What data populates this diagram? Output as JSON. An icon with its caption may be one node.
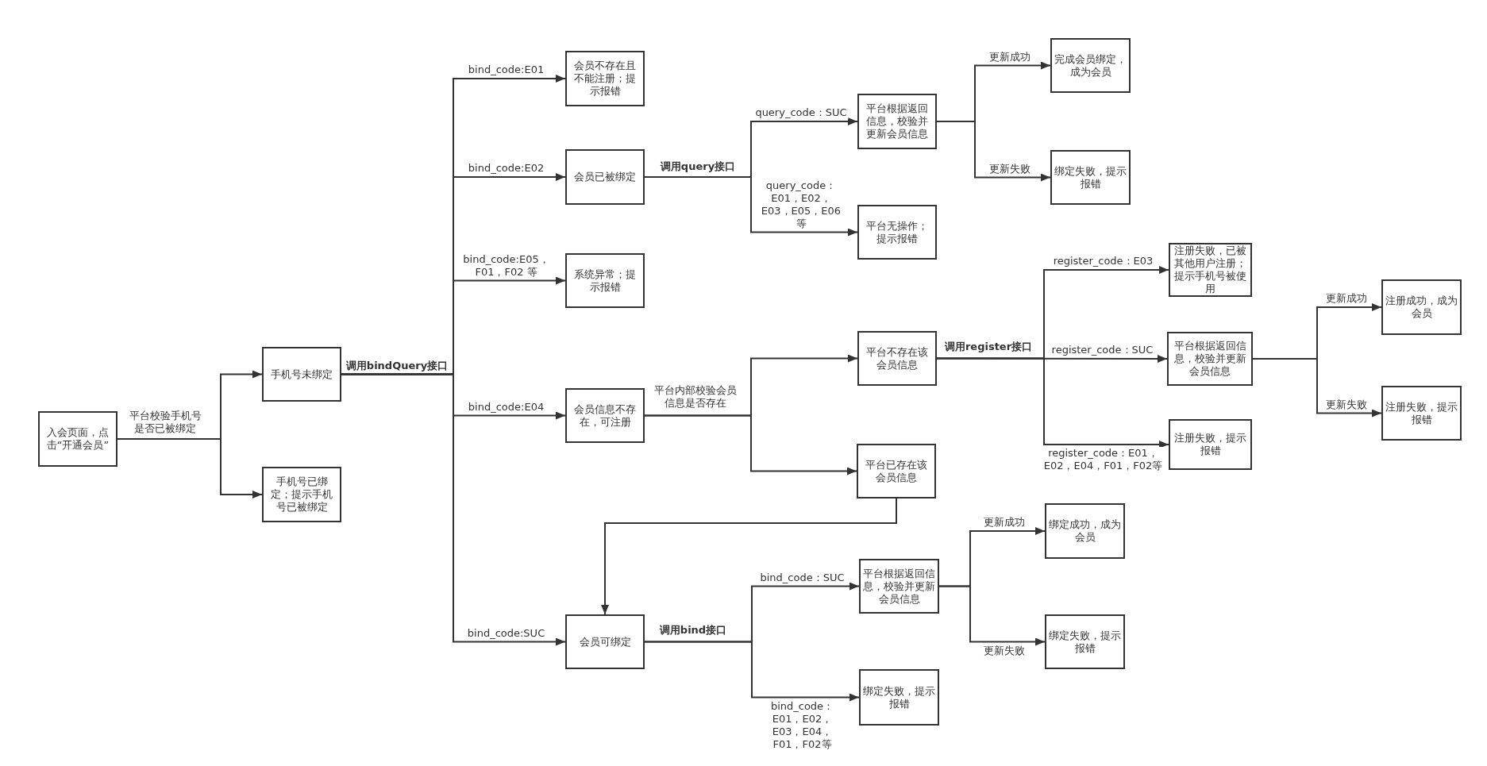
{
  "diagram": {
    "nodes": [
      {
        "text": [
          "入会页面，点击“开通会员”"
        ]
      },
      {
        "text": [
          "手机号未绑定"
        ]
      },
      {
        "text": [
          "手机号已绑定；提示手机号已被绑定"
        ]
      },
      {
        "text": [
          "会员不存在且不能注册；提示报错"
        ]
      },
      {
        "text": [
          "会员已被绑定"
        ]
      },
      {
        "text": [
          "系统异常；提示报错"
        ]
      },
      {
        "text": [
          "会员信息不存在，可注册"
        ]
      },
      {
        "text": [
          "会员可绑定"
        ]
      },
      {
        "text": [
          "平台根据返回信息，校验并更新会员信息"
        ]
      },
      {
        "text": [
          "平台无操作；提示报错"
        ]
      },
      {
        "text": [
          "完成会员绑定，成为会员"
        ]
      },
      {
        "text": [
          "绑定失败，提示报错"
        ]
      },
      {
        "text": [
          "平台不存在该会员信息"
        ]
      },
      {
        "text": [
          "平台已存在该会员信息"
        ]
      },
      {
        "text": [
          "注册失败，已被其他用户注册；提示手机号被使用"
        ]
      },
      {
        "text": [
          "平台根据返回信息，校验并更新会员信息"
        ]
      },
      {
        "text": [
          "注册失败，提示报错"
        ]
      },
      {
        "text": [
          "注册成功，成为会员"
        ]
      },
      {
        "text": [
          "注册失败，提示报错"
        ]
      },
      {
        "text": [
          "平台根据返回信息，校验并更新会员信息"
        ]
      },
      {
        "text": [
          "绑定失败，提示报错"
        ]
      },
      {
        "text": [
          "绑定成功，成为会员"
        ]
      },
      {
        "text": [
          "绑定失败，提示报错"
        ]
      }
    ],
    "edges": [
      {
        "from": 0,
        "to": 1,
        "arrow": "to"
      },
      {
        "from": 0,
        "to": 2,
        "arrow": "to"
      },
      {
        "from": 1,
        "to": 3,
        "arrow": "to",
        "label": "bind_code:E01"
      },
      {
        "from": 1,
        "to": 4,
        "arrow": "to",
        "label": "bind_code:E02"
      },
      {
        "from": 1,
        "to": 5,
        "arrow": "to",
        "label": "bind_code:E05，F01，F02 等"
      },
      {
        "from": 1,
        "to": 6,
        "arrow": "to",
        "label": "bind_code:E04"
      },
      {
        "from": 1,
        "to": 7,
        "arrow": "to",
        "label": "bind_code:SUC"
      },
      {
        "from": 4,
        "to": 8,
        "arrow": "to",
        "label": "query_code：SUC"
      },
      {
        "from": 4,
        "to": 9,
        "arrow": "to",
        "label": "query_code：E01，E02，E03，E05，E06等"
      },
      {
        "from": 8,
        "to": 10,
        "arrow": "to",
        "label": "更新成功"
      },
      {
        "from": 8,
        "to": 11,
        "arrow": "to",
        "label": "更新失败"
      },
      {
        "from": 6,
        "to": 12,
        "arrow": "to"
      },
      {
        "from": 6,
        "to": 13,
        "arrow": "to"
      },
      {
        "from": 13,
        "to": 7,
        "arrow": "to"
      },
      {
        "from": 12,
        "to": 14,
        "arrow": "to",
        "label": "register_code：E03"
      },
      {
        "from": 12,
        "to": 15,
        "arrow": "to",
        "label": "register_code：SUC"
      },
      {
        "from": 12,
        "to": 16,
        "arrow": "to",
        "label": "register_code：E01，E02，E04，F01，F02等"
      },
      {
        "from": 15,
        "to": 17,
        "arrow": "to",
        "label": "更新成功"
      },
      {
        "from": 15,
        "to": 18,
        "arrow": "to",
        "label": "更新失败"
      },
      {
        "from": 7,
        "to": 19,
        "arrow": "to",
        "label": "bind_code：SUC"
      },
      {
        "from": 7,
        "to": 20,
        "arrow": "to",
        "label": "bind_code：E01，E02，E03，E04，F01，F02等"
      },
      {
        "from": 19,
        "to": 21,
        "arrow": "to",
        "label": "更新成功"
      },
      {
        "from": 19,
        "to": 22,
        "arrow": "to",
        "label": "更新失败"
      }
    ],
    "labels": [
      "平台校验手机号是否已被绑定",
      "调用bindQuery接口",
      "调用query接口",
      "平台内部校验会员信息是否存在",
      "调用register接口",
      "调用bind接口"
    ]
  }
}
